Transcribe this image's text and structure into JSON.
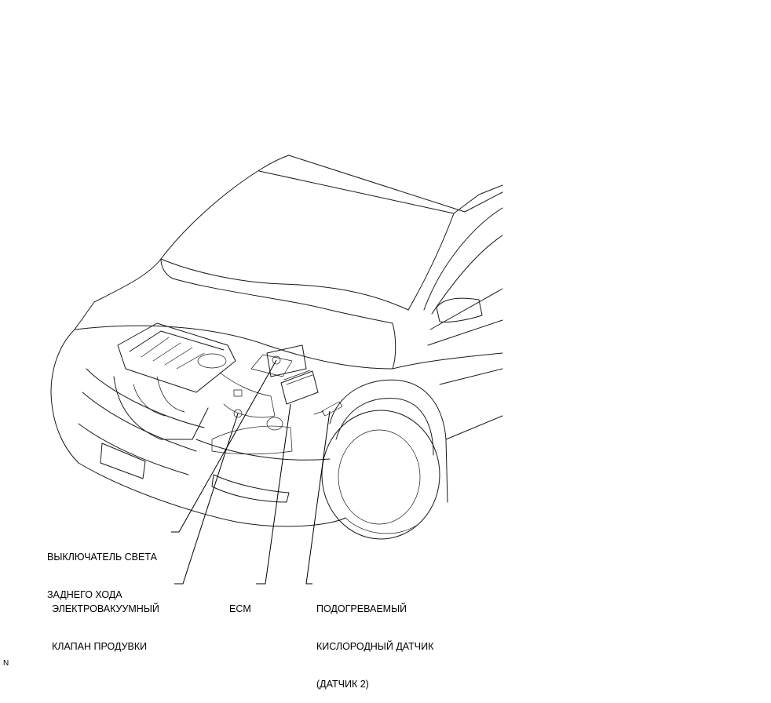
{
  "colors": {
    "line_art": "#1a1a1a",
    "text": "#000000",
    "background": "#ffffff"
  },
  "callouts": {
    "backup_light_switch": [
      "ВЫКЛЮЧАТЕЛЬ СВЕТА",
      "ЗАДНЕГО ХОДА"
    ],
    "purge_vsv": [
      "ЭЛЕКТРОВАКУУМНЫЙ",
      "КЛАПАН ПРОДУВКИ"
    ],
    "ecm": [
      "ECM"
    ],
    "oxygen_sensor": [
      "ПОДОГРЕВАЕМЫЙ",
      "КИСЛОРОДНЫЙ ДАТЧИК",
      "(ДАТЧИК 2)"
    ]
  },
  "figure_id": "N"
}
